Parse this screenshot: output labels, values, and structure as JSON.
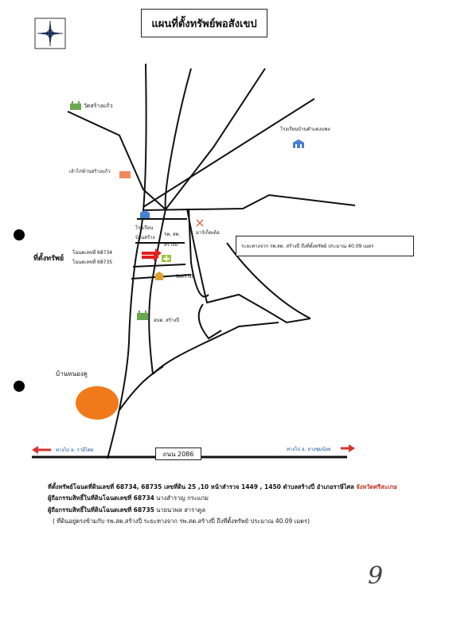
{
  "map": {
    "title": "แผนที่ตั้งทรัพย์พอสังเขป",
    "places": {
      "temple_top": "วัดสร้างแก้ว",
      "school_right": "โรงเรียนบ้านคำแดงแพง",
      "house_left": "เล้าไก่ฆ้านสร้างแก้ว",
      "school_mid": "โรงเรียน",
      "school_mid2": "บ้านสร้าง",
      "hospital_1": "รพ. สต.",
      "hospital_2": "สร้างปี",
      "market": "มาร์เก็ตเด้อ",
      "deed_1": "โฉนดเลขที่ 68734",
      "deed_2": "โฉนดเลขที่ 68735",
      "site": "ที่ตั้งทรัพย์",
      "temple_mid": "วัดสร้างปี",
      "sao": "อบต. สร้างปี",
      "village": "บ้านหนองคู"
    },
    "distance_note": "ระยะทางจาก รพ.สต. สร้างปี ถึงที่ตั้งทรัพย์ ประมาณ 40.09 เมตร",
    "road_name": "ถนน 2086",
    "dir_left": "ทางไป อ. ราษีไศล",
    "dir_right": "ทางไป อ. ยางชุมน้อย"
  },
  "footer": {
    "line1_a": "ที่ตั้งทรัพย์โฉนดที่ดินเลขที่ 68734, 68735  เลขที่ดิน  25 ,10  หน้าสำรวจ 1449 , 1450 ตำบลสร้างปี่  อำเภอราษีไศล",
    "line1_b": "จังหวัดศรีสะเกษ",
    "line2_a": "ผู้ถือกรรมสิทธิ์ในที่ดินโฉนดเลขที่ 68734",
    "line2_b": "นางสำราญ กระแกม",
    "line3_a": "ผู้ถือกรรมสิทธิ์ในที่ดินโฉนดเลขที่ 68735",
    "line3_b": "นายนวพล สาราคูล",
    "line4": "( ที่ดินอยู่ตรงข้ามกับ รพ.สต.สร้างปี่  ระยะทางจาก รพ.สต.สร้างปี่ ถึงที่ตั้งทรัพย์ ประมาณ 40.09 เมตร)"
  },
  "handwritten": "9",
  "colors": {
    "road": "#111111",
    "arrow": "#d9342b",
    "village_fill": "#f07a1a",
    "temple_icon": "#6aa84f",
    "school_icon": "#4a7fd1",
    "house_icon": "#f08a5d",
    "hospital_icon": "#9bc53d",
    "marker": "#e02020"
  }
}
